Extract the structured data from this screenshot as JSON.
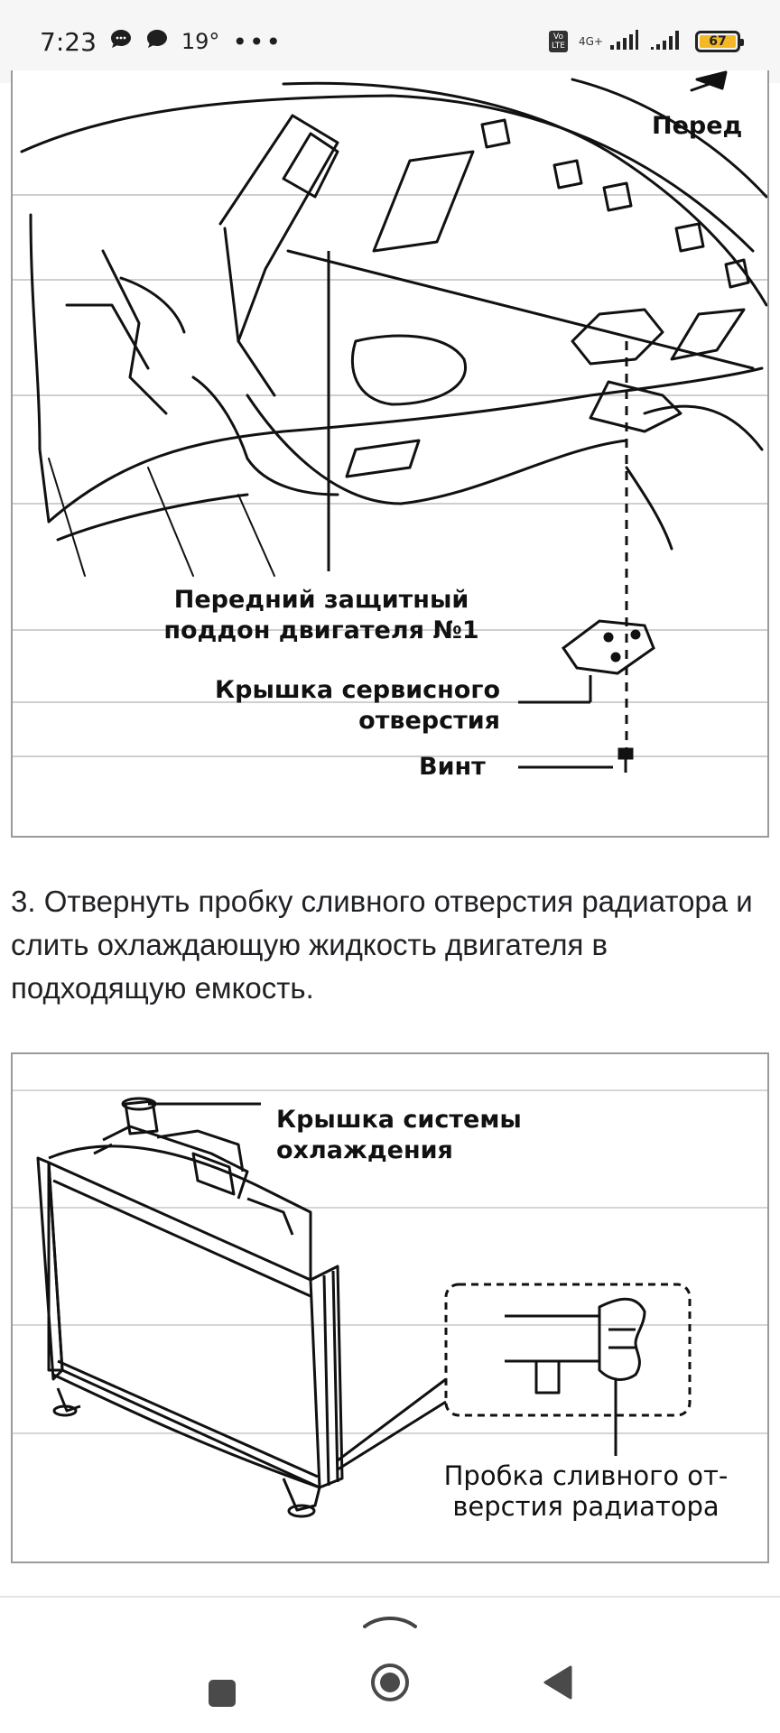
{
  "status_bar": {
    "time": "7:23",
    "temperature": "19°",
    "more_dots": "•••",
    "volte_label": "Vo\nLTE",
    "network": "4G+",
    "battery_level": "67",
    "battery_color": "#f4b826"
  },
  "figure1": {
    "front_label": "Перед",
    "pan_label": [
      "Передний защитный",
      "поддон двигателя №1"
    ],
    "cover_label": [
      "Крышка сервисного",
      "отверстия"
    ],
    "screw_label": "Винт"
  },
  "step": {
    "text": "3. Отвернуть пробку сливного отверстия радиатора и слить охлаждающую жидкость двигателя в подходящую емкость."
  },
  "figure2": {
    "cap_label": [
      "Крышка системы",
      "охлаждения"
    ],
    "plug_label": [
      "Пробка сливного от-",
      "верстия радиатора"
    ]
  },
  "nav": {
    "icons": [
      "chevron-up-icon",
      "recent-apps-icon",
      "home-icon",
      "back-icon"
    ]
  }
}
